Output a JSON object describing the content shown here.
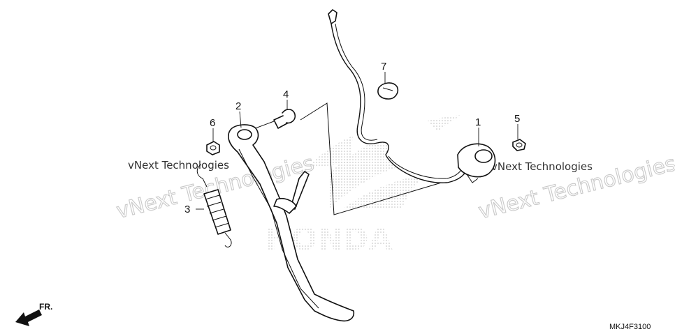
{
  "callouts": [
    {
      "id": "1",
      "label": "1"
    },
    {
      "id": "2",
      "label": "2"
    },
    {
      "id": "3",
      "label": "3"
    },
    {
      "id": "4",
      "label": "4"
    },
    {
      "id": "5",
      "label": "5"
    },
    {
      "id": "6",
      "label": "6"
    },
    {
      "id": "7",
      "label": "7"
    }
  ],
  "watermark": {
    "small_text": "vNext Technologies",
    "big_text": "vNext Technologies"
  },
  "brand_logo_text": "HONDA",
  "front_indicator": "FR.",
  "diagram_code": "MKJ4F3100",
  "colors": {
    "line": "#111111",
    "watermark": "#c9c9c9",
    "logo_dots": "#bdbdbd"
  }
}
